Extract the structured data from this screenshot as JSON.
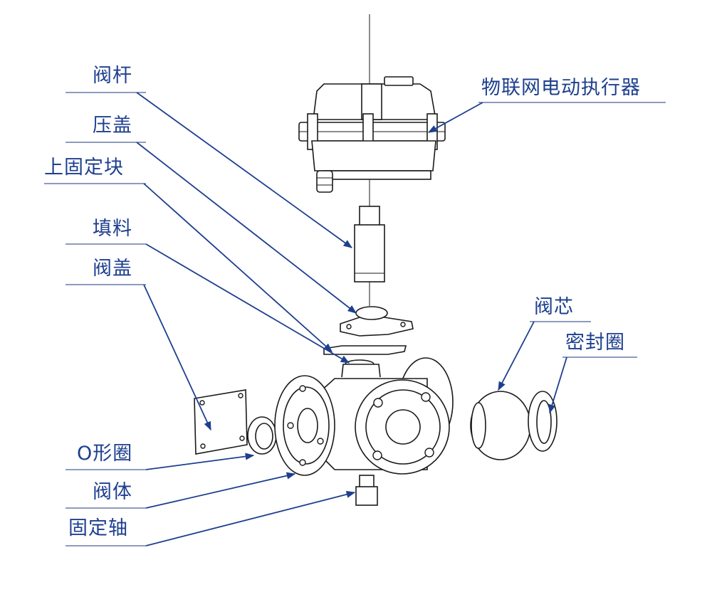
{
  "labels": {
    "valve_stem": "阀杆",
    "gland": "压盖",
    "upper_fixing_block": "上固定块",
    "packing": "填料",
    "valve_cover": "阀盖",
    "o_ring": "O形圈",
    "valve_body": "阀体",
    "fixed_shaft": "固定轴",
    "iot_actuator": "物联网电动执行器",
    "valve_core": "阀芯",
    "seal_ring": "密封圈"
  },
  "colors": {
    "label": "#1e3f8f",
    "line": "#1a1a1a",
    "background": "#ffffff"
  }
}
